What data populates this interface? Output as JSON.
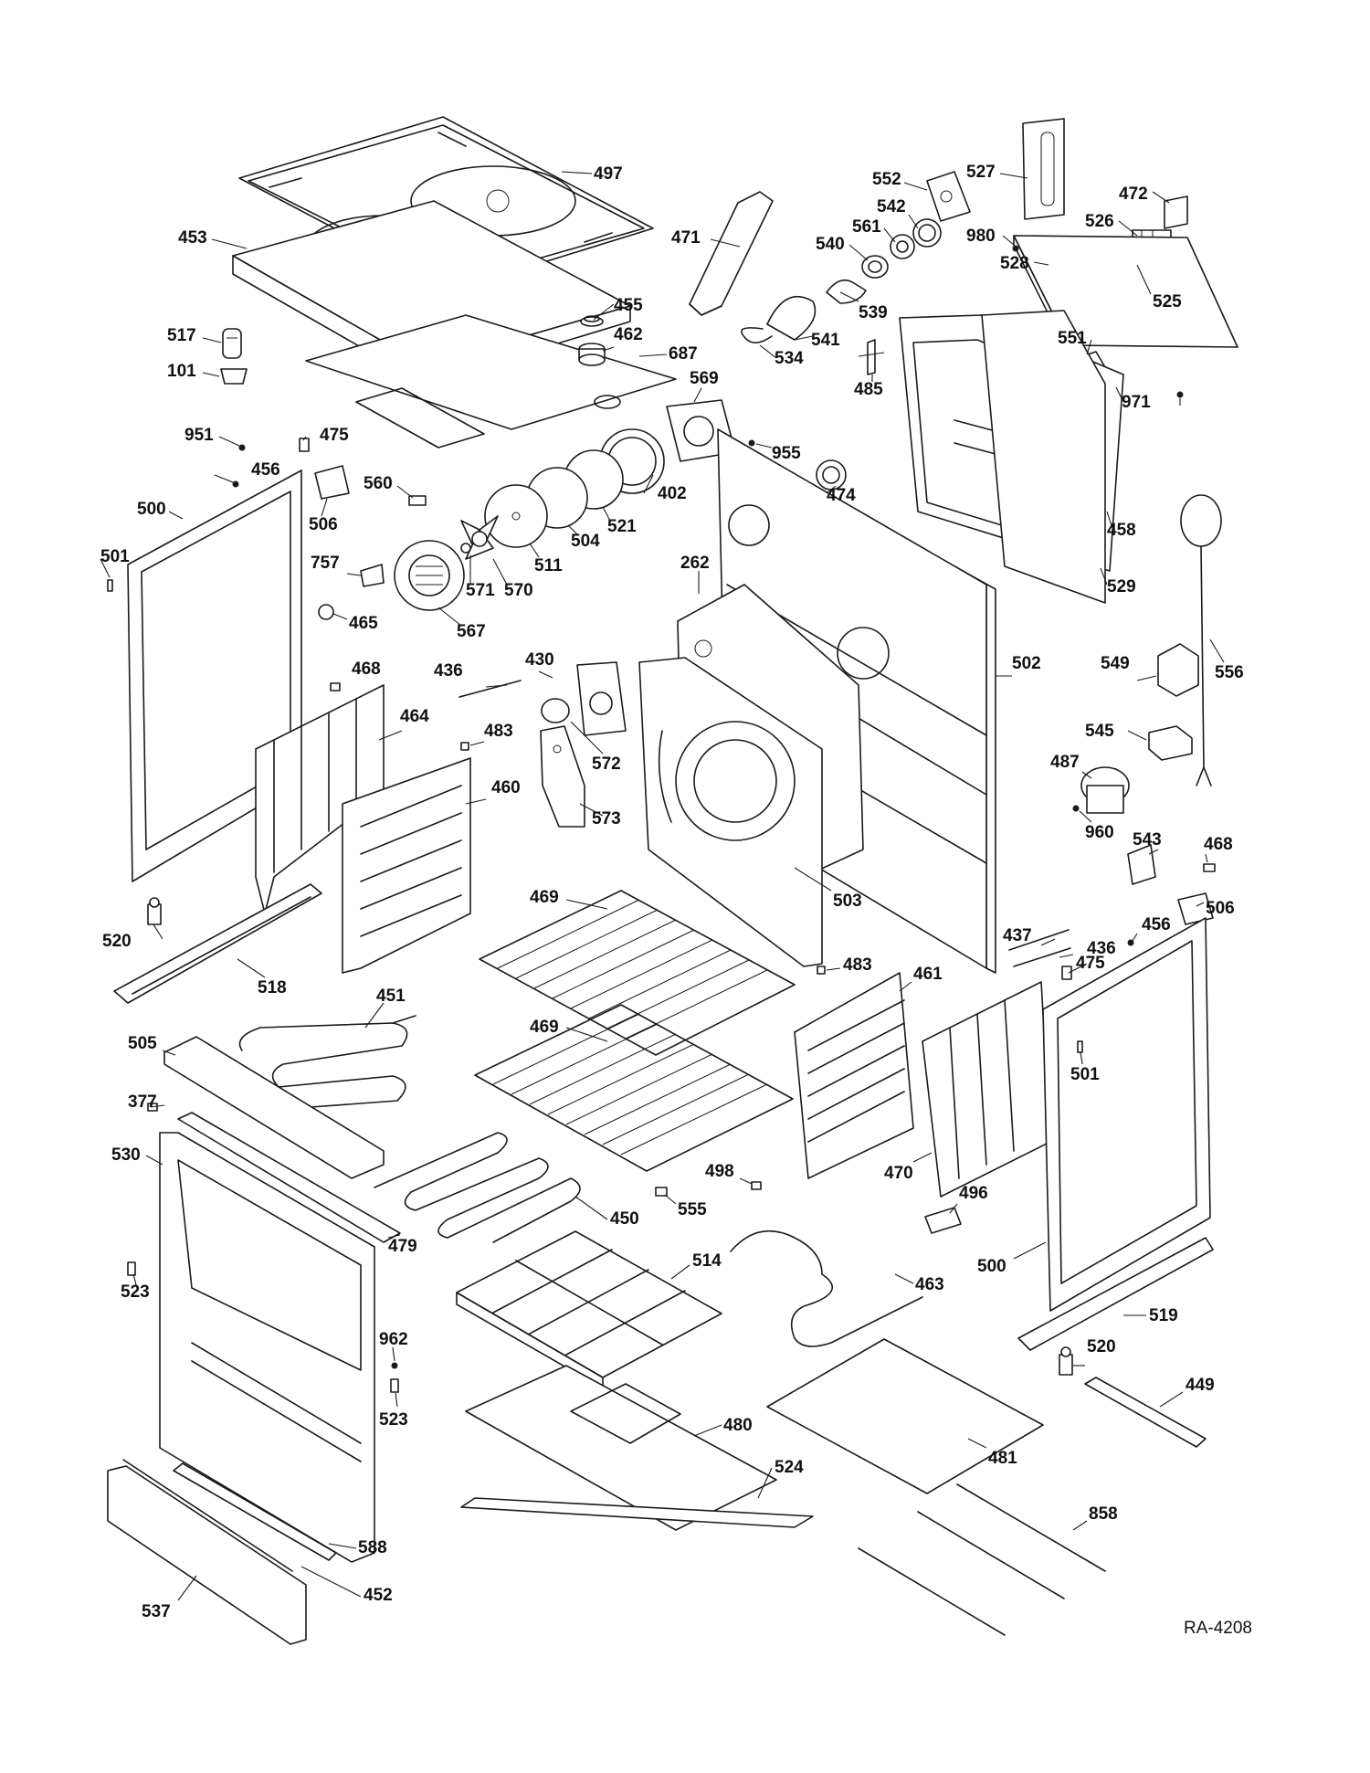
{
  "diagram": {
    "reference_code": "RA-4208",
    "callouts": [
      "497",
      "453",
      "455",
      "462",
      "687",
      "517",
      "101",
      "471",
      "552",
      "542",
      "561",
      "540",
      "539",
      "541",
      "534",
      "527",
      "472",
      "526",
      "980",
      "528",
      "525",
      "551",
      "971",
      "485",
      "569",
      "951",
      "475",
      "456",
      "506",
      "500",
      "501",
      "560",
      "402",
      "521",
      "504",
      "511",
      "570",
      "571",
      "567",
      "757",
      "465",
      "474",
      "955",
      "458",
      "529",
      "262",
      "502",
      "556",
      "549",
      "545",
      "487",
      "960",
      "543",
      "468",
      "436",
      "430",
      "572",
      "573",
      "464",
      "483",
      "460",
      "520",
      "518",
      "469",
      "503",
      "437",
      "461",
      "451",
      "505",
      "377",
      "530",
      "479",
      "450",
      "555",
      "498",
      "514",
      "496",
      "463",
      "470",
      "523",
      "962",
      "480",
      "524",
      "481",
      "519",
      "449",
      "858",
      "588",
      "537",
      "452"
    ]
  }
}
